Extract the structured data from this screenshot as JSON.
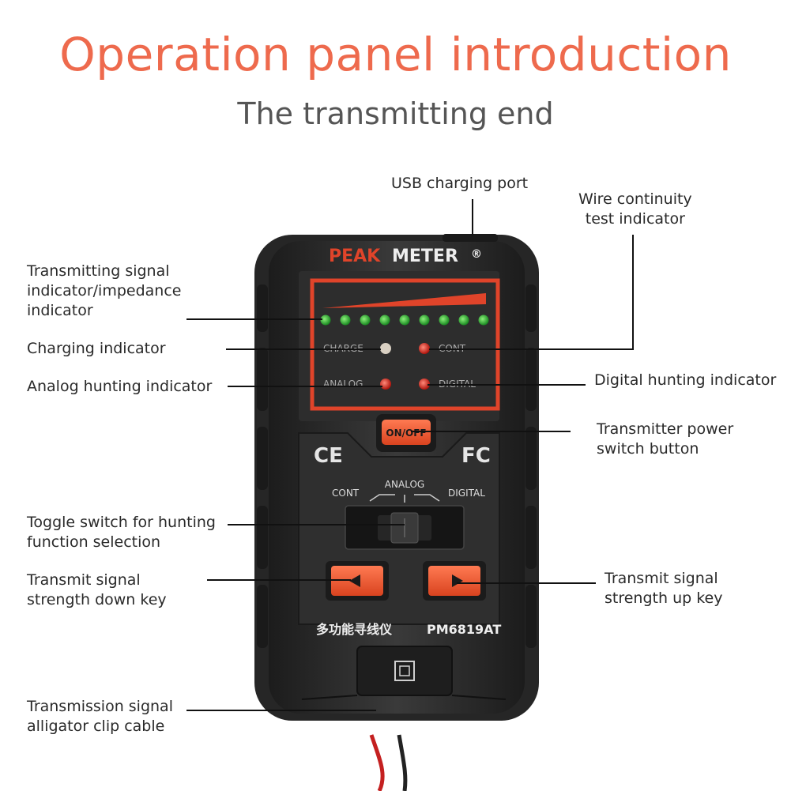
{
  "header": {
    "title": "Operation panel introduction",
    "subtitle": "The transmitting end"
  },
  "device": {
    "brand_peak": "PEAK",
    "brand_meter": "METER",
    "brand_reg": "®",
    "charge_label": "CHARGE",
    "cont_label": "CONT",
    "analog_label": "ANALOG",
    "digital_label": "DIGITAL",
    "power_button_label": "ON/OFF",
    "ce_mark": "CE",
    "fc_mark": "FC",
    "switch_cont": "CONT",
    "switch_analog": "ANALOG",
    "switch_digital": "DIGITAL",
    "chinese_name": "多功能寻线仪",
    "model": "PM6819AT"
  },
  "callouts": {
    "usb_port": "USB charging port",
    "wire_continuity_1": "Wire continuity",
    "wire_continuity_2": "test indicator",
    "transmitting_signal_1": "Transmitting signal",
    "transmitting_signal_2": "indicator/impedance",
    "transmitting_signal_3": "indicator",
    "charging": "Charging indicator",
    "analog_hunting": "Analog hunting indicator",
    "digital_hunting": "Digital hunting indicator",
    "power_switch_1": "Transmitter power",
    "power_switch_2": "switch button",
    "toggle_switch_1": "Toggle switch for hunting",
    "toggle_switch_2": "function selection",
    "strength_down_1": "Transmit signal",
    "strength_down_2": "strength down key",
    "strength_up_1": "Transmit signal",
    "strength_up_2": "strength up key",
    "clip_cable_1": "Transmission signal",
    "clip_cable_2": "alligator clip cable"
  },
  "colors": {
    "accent": "#ee6a4d",
    "body": "#2b2b2b",
    "panel_red": "#e0442a",
    "led_green": "#2fbf3a",
    "led_red": "#e62a1e",
    "button_orange": "#f05a36"
  }
}
